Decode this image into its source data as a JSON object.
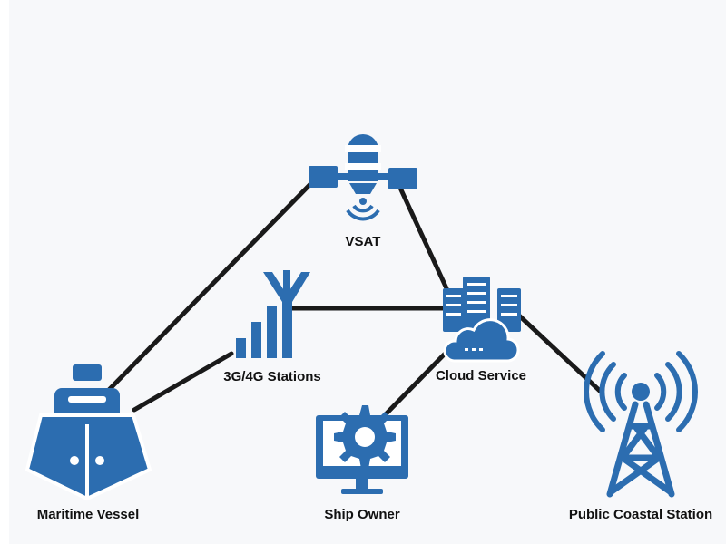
{
  "colors": {
    "accent": "#2c6db0",
    "line": "#1a1a1a",
    "label": "#111111"
  },
  "nodes": {
    "vsat": {
      "label": "VSAT",
      "icon": "satellite-icon"
    },
    "stations": {
      "label": "3G/4G Stations",
      "icon": "cell-tower-signal-icon"
    },
    "cloud": {
      "label": "Cloud Service",
      "icon": "cloud-server-icon"
    },
    "vessel": {
      "label": "Maritime Vessel",
      "icon": "ship-icon"
    },
    "owner": {
      "label": "Ship Owner",
      "icon": "monitor-gear-icon"
    },
    "coastal": {
      "label": "Public Coastal Station",
      "icon": "radio-tower-icon"
    }
  }
}
